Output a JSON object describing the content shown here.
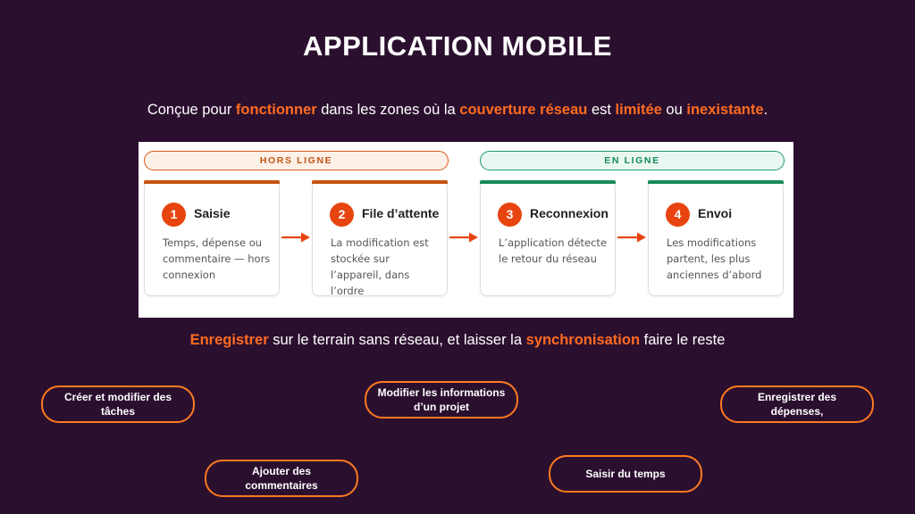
{
  "title": "APPLICATION MOBILE",
  "subtitle": {
    "t1": "Conçue pour ",
    "h1": "fonctionner",
    "t2": " dans les zones où la ",
    "h2": "couverture réseau",
    "t3": " est ",
    "h3": "limitée",
    "t4": " ou ",
    "h4": "inexistante",
    "t5": "."
  },
  "diagram": {
    "phase_offline": "HORS LIGNE",
    "phase_online": "EN LIGNE",
    "steps": [
      {
        "num": "1",
        "title": "Saisie",
        "desc": "Temps, dépense ou commentaire — hors connexion"
      },
      {
        "num": "2",
        "title": "File d’attente",
        "desc": "La modification est stockée sur l’appareil, dans l’ordre"
      },
      {
        "num": "3",
        "title": "Reconnexion",
        "desc": "L’application détecte le retour du réseau"
      },
      {
        "num": "4",
        "title": "Envoi",
        "desc": "Les modifications partent, les plus anciennes d’abord"
      }
    ]
  },
  "tagline": {
    "h1": "Enregistrer",
    "t1": " sur le terrain sans réseau, et laisser la ",
    "h2": "synchronisation",
    "t2": " faire le reste"
  },
  "features": [
    "Créer et modifier des tâches",
    "Modifier les informations d’un projet",
    "Enregistrer des dépenses,",
    "Ajouter des commentaires",
    "Saisir du temps"
  ],
  "colors": {
    "background": "#2b0f2f",
    "accent": "#ff6b1f",
    "offline": "#c4530f",
    "online": "#168a5c"
  }
}
